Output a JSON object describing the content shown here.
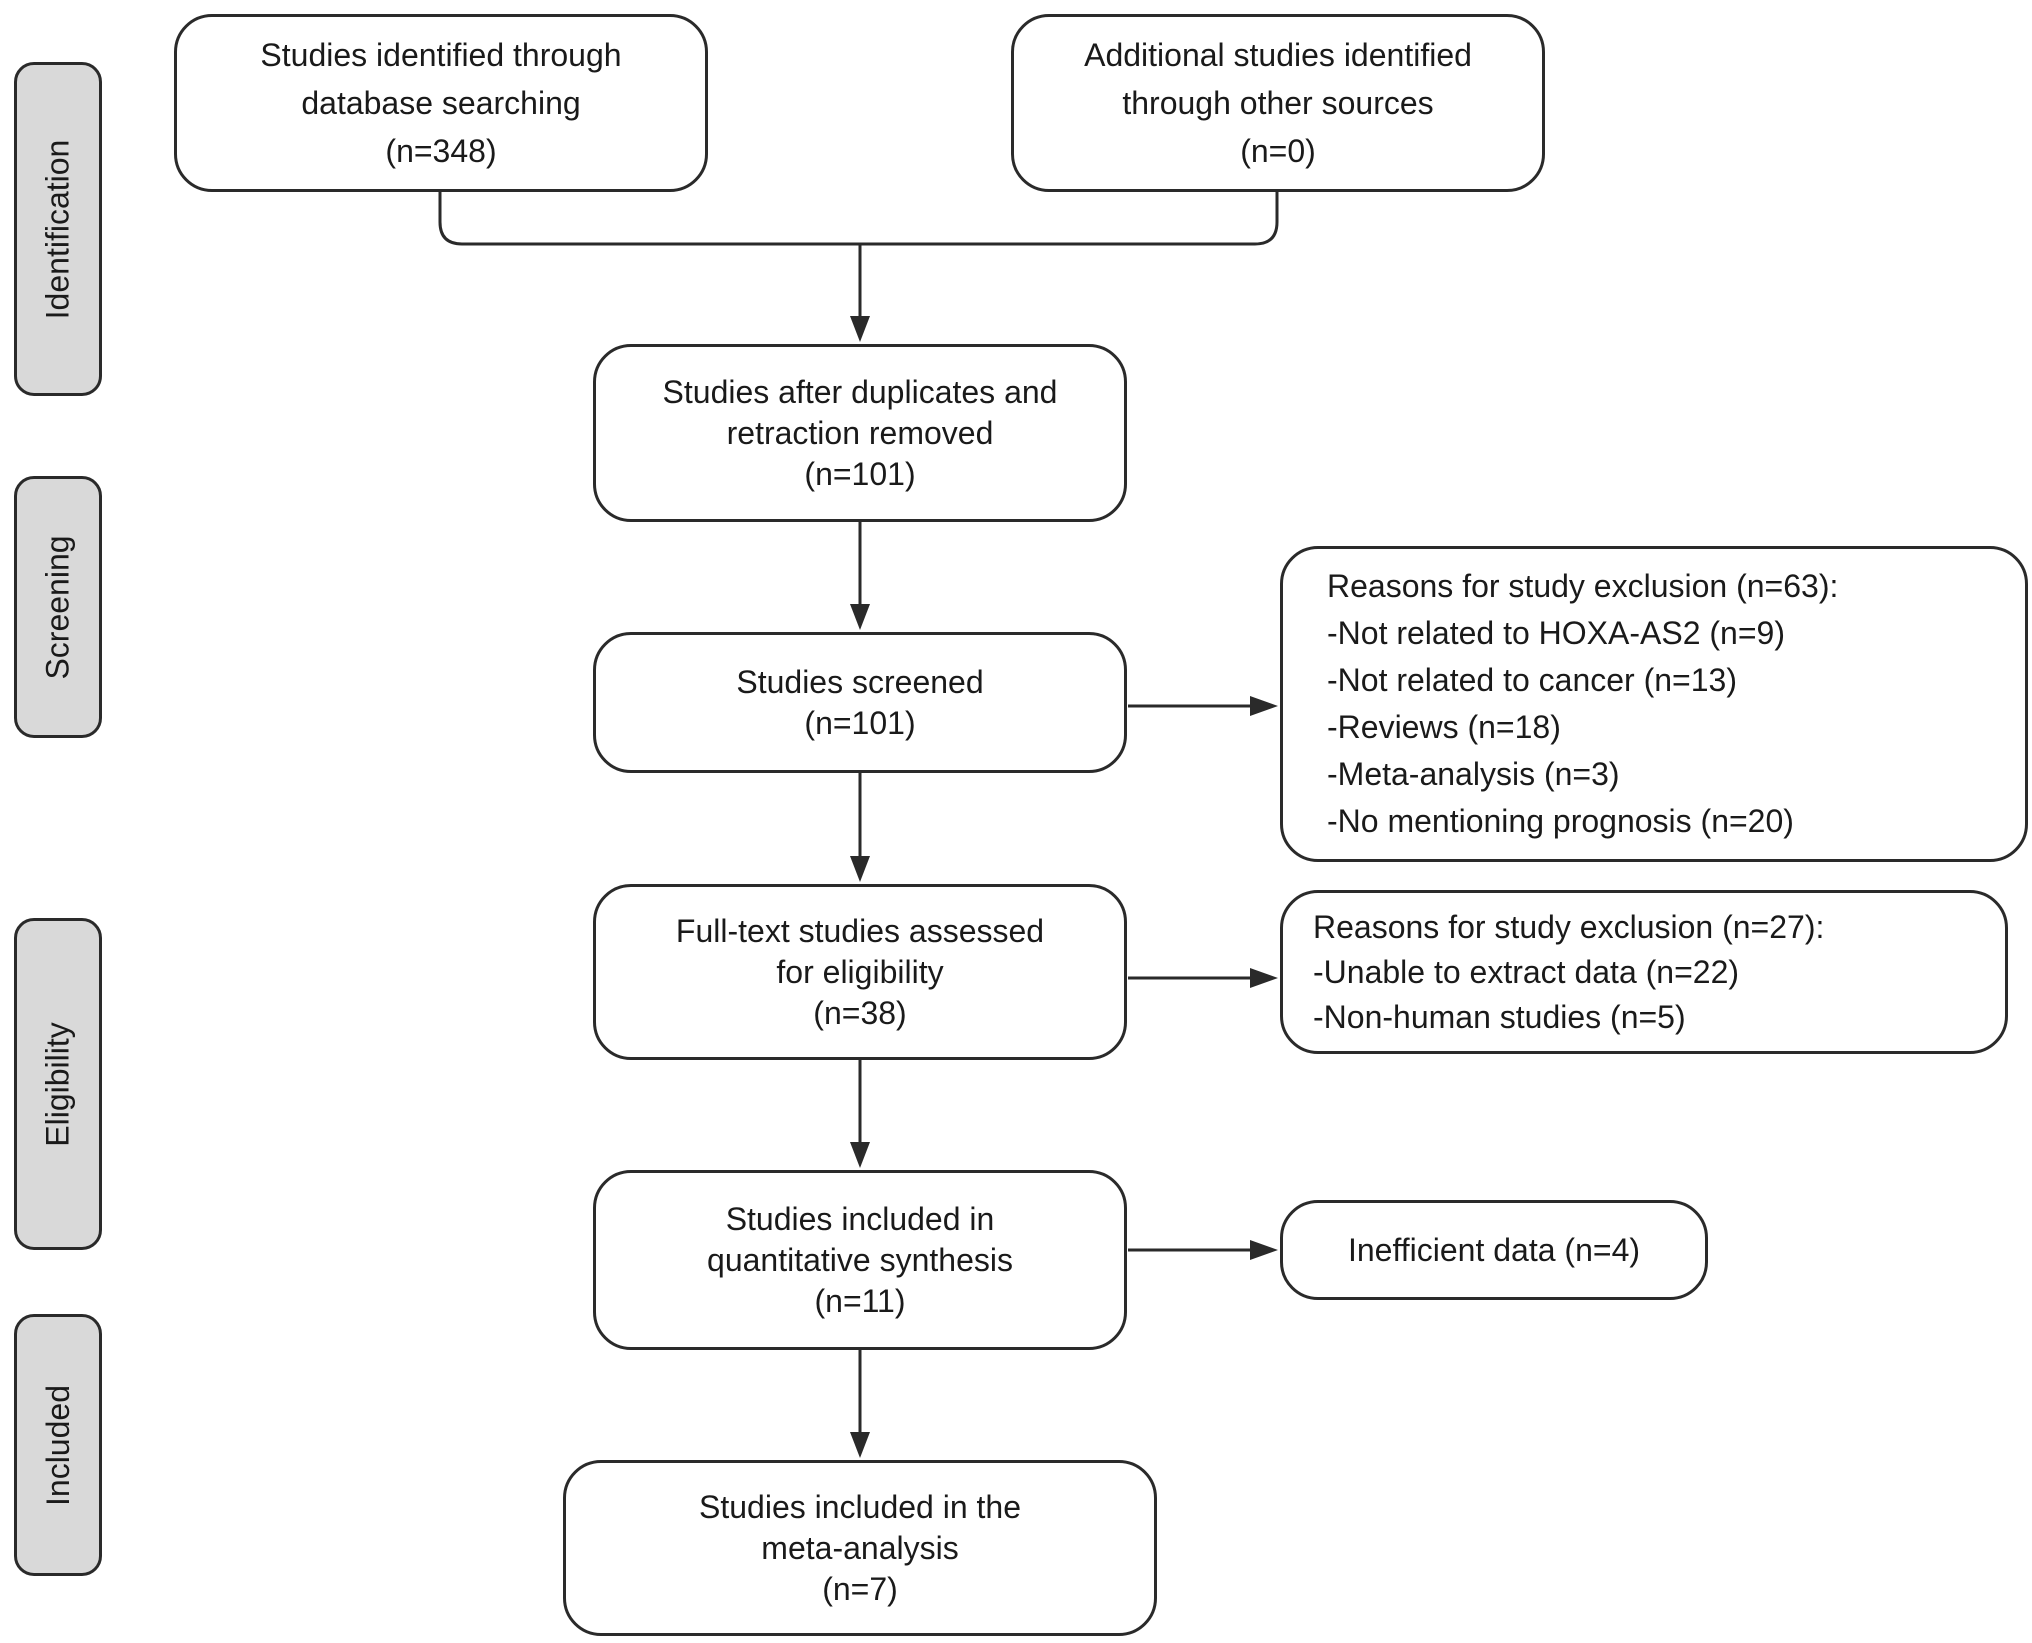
{
  "phases": {
    "identification": "Identification",
    "screening": "Screening",
    "eligibility": "Eligibility",
    "included": "Included"
  },
  "boxes": {
    "database": {
      "lines": [
        "Studies identified through",
        "database searching",
        "(n=348)"
      ]
    },
    "other_sources": {
      "lines": [
        "Additional studies identified",
        "through other sources",
        "(n=0)"
      ]
    },
    "duplicates_removed": {
      "lines": [
        "Studies after duplicates and",
        "retraction removed",
        "(n=101)"
      ]
    },
    "screened": {
      "lines": [
        "Studies screened",
        "(n=101)"
      ]
    },
    "full_text": {
      "lines": [
        "Full-text studies assessed",
        "for eligibility",
        "(n=38)"
      ]
    },
    "quantitative": {
      "lines": [
        "Studies included in",
        "quantitative synthesis",
        "(n=11)"
      ]
    },
    "meta_analysis": {
      "lines": [
        "Studies included in the",
        "meta-analysis",
        "(n=7)"
      ]
    },
    "screening_exclusion": {
      "lines": [
        "Reasons for study exclusion (n=63):",
        "-Not related to HOXA-AS2 (n=9)",
        "-Not related to cancer (n=13)",
        "-Reviews (n=18)",
        "-Meta-analysis (n=3)",
        "-No mentioning prognosis (n=20)"
      ]
    },
    "eligibility_exclusion": {
      "lines": [
        "Reasons for study exclusion (n=27):",
        "-Unable to extract data (n=22)",
        "-Non-human studies (n=5)"
      ]
    },
    "inefficient": {
      "lines": [
        "Inefficient data (n=4)"
      ]
    }
  },
  "colors": {
    "stroke": "#2a2a2a",
    "phase_fill": "#d9d9d9",
    "box_fill": "#ffffff"
  }
}
